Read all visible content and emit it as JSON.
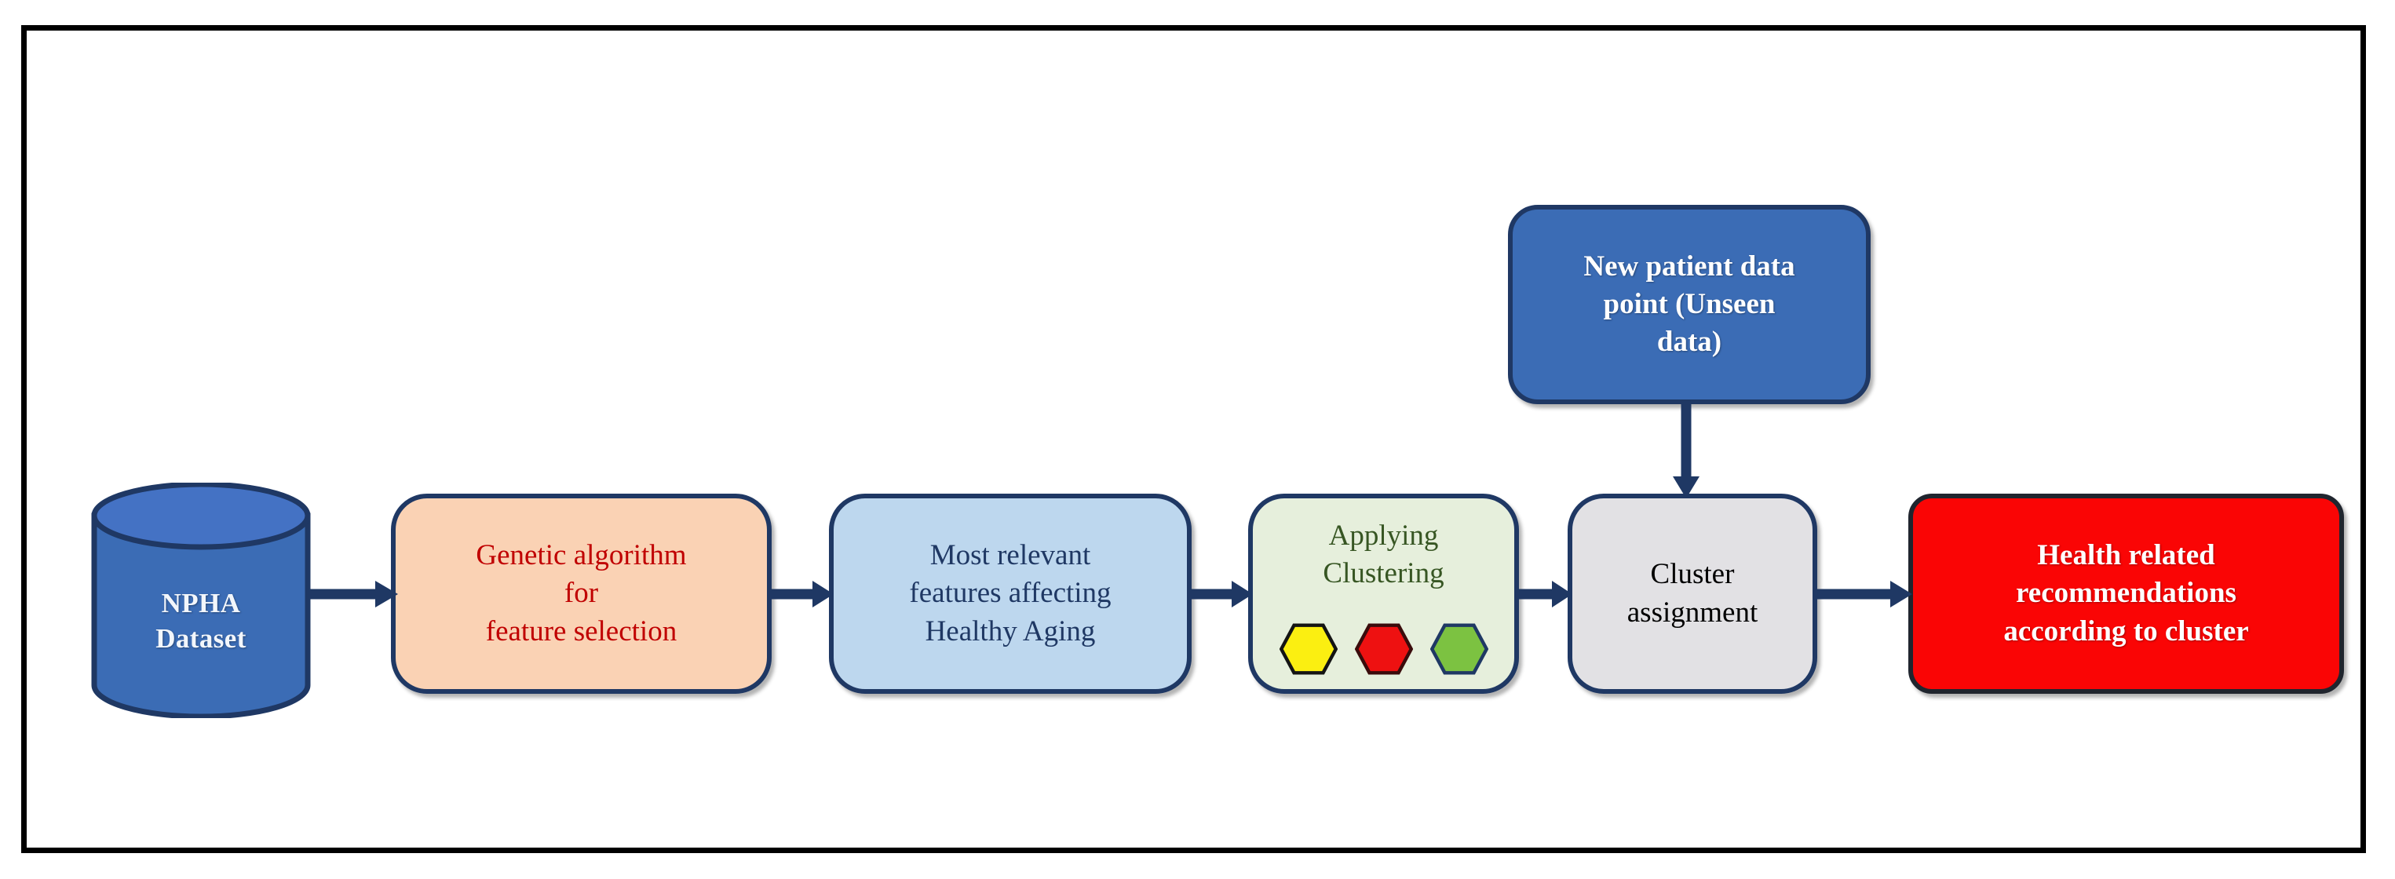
{
  "figure": {
    "kind": "flowchart",
    "title": "NPHA clustering and recommendation pipeline",
    "border_color": "#000000",
    "background": "#ffffff"
  },
  "palette": {
    "arrow": "#1f3864",
    "node_border": "#1f3864",
    "dataset_fill": "#3b6cb5",
    "genetic_fill": "#fad2b4",
    "genetic_text": "#c00000",
    "features_fill": "#bdd7ee",
    "features_text": "#1f3864",
    "clustering_fill": "#e6efdc",
    "clustering_text": "#375623",
    "assignment_fill": "#e2e1e4",
    "assignment_text": "#000000",
    "newpatient_fill": "#3b6cb5",
    "recommendations_fill": "#fa0505",
    "hex_yellow": "#fbef11",
    "hex_red": "#ee1111",
    "hex_green": "#7cc241"
  },
  "nodes": {
    "dataset": {
      "label": "NPHA\nDataset",
      "shape": "cylinder"
    },
    "genetic": {
      "label": "Genetic algorithm\nfor\nfeature selection",
      "shape": "rounded-rectangle"
    },
    "features": {
      "label": "Most relevant\nfeatures affecting\nHealthy Aging",
      "shape": "rounded-rectangle"
    },
    "clustering": {
      "label": "Applying\nClustering",
      "shape": "rounded-rectangle",
      "cluster_markers": [
        {
          "name": "cluster-hexagon-yellow",
          "fill": "#fbef11",
          "stroke": "#141414"
        },
        {
          "name": "cluster-hexagon-red",
          "fill": "#ee1111",
          "stroke": "#3a0b0b"
        },
        {
          "name": "cluster-hexagon-green",
          "fill": "#7cc241",
          "stroke": "#1f3864"
        }
      ]
    },
    "assignment": {
      "label": "Cluster\nassignment",
      "shape": "rounded-rectangle"
    },
    "new_patient": {
      "label": "New patient data\npoint  (Unseen\ndata)",
      "shape": "rounded-rectangle"
    },
    "recommendations": {
      "label": "Health related\nrecommendations\naccording to cluster",
      "shape": "rounded-rectangle"
    }
  },
  "edges": [
    {
      "name": "edge-dataset-to-genetic",
      "from": "dataset",
      "to": "genetic",
      "direction": "right"
    },
    {
      "name": "edge-genetic-to-features",
      "from": "genetic",
      "to": "features",
      "direction": "right"
    },
    {
      "name": "edge-features-to-clustering",
      "from": "features",
      "to": "clustering",
      "direction": "right"
    },
    {
      "name": "edge-clustering-to-assignment",
      "from": "clustering",
      "to": "assignment",
      "direction": "right"
    },
    {
      "name": "edge-assignment-to-recommendations",
      "from": "assignment",
      "to": "recommendations",
      "direction": "right"
    },
    {
      "name": "edge-newpatient-to-assignment",
      "from": "new_patient",
      "to": "assignment",
      "direction": "down"
    }
  ]
}
